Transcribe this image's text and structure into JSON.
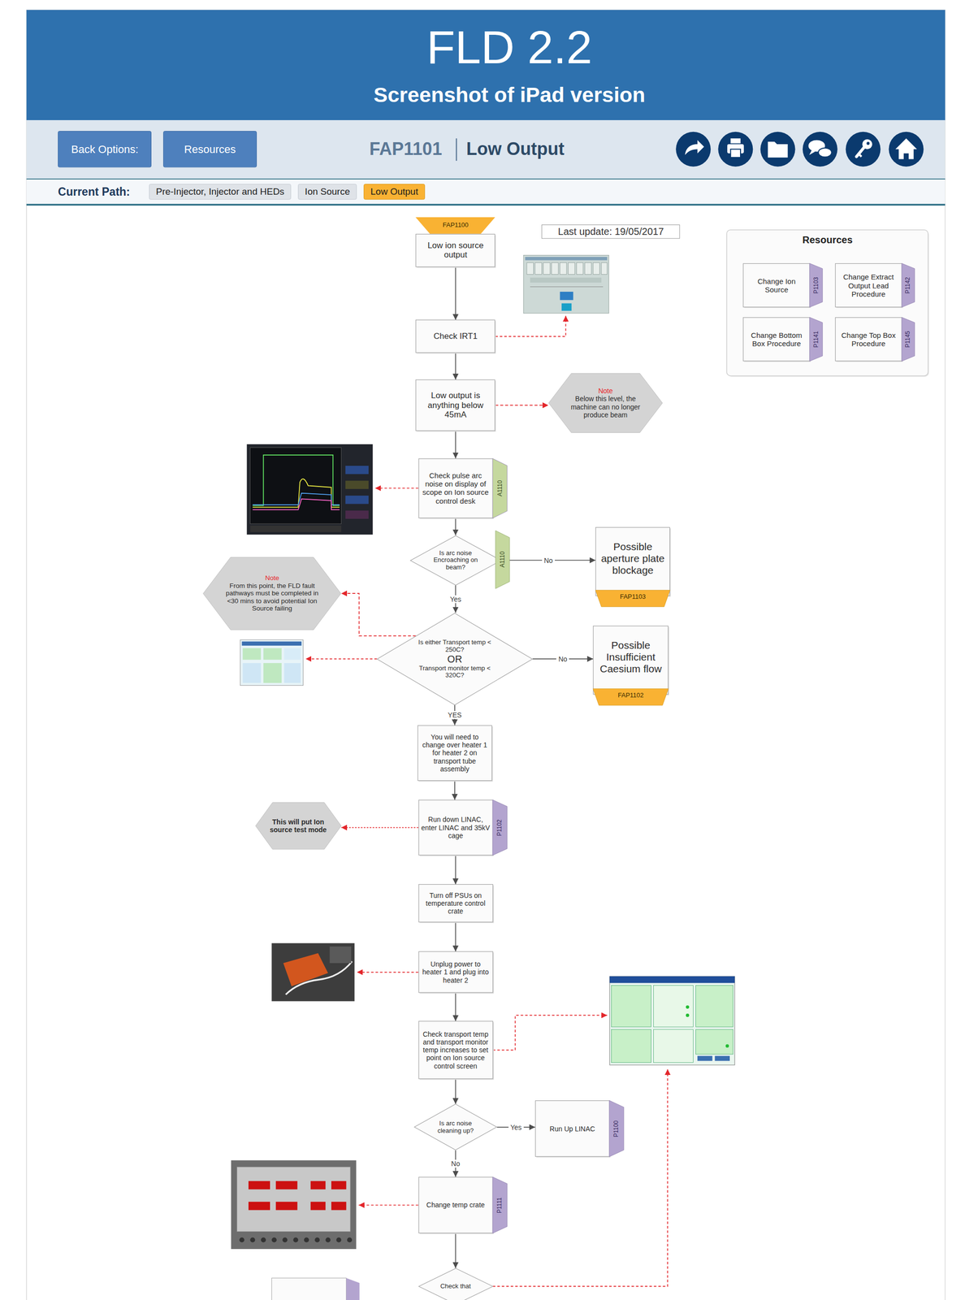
{
  "diagram": {
    "title": "FLD 2.2",
    "caption": "Screenshot of iPad version",
    "nodes": [
      {
        "text": [
          "Back Options:"
        ]
      },
      {
        "text": [
          "Resources"
        ]
      },
      {
        "text": [
          "Pre-Injector, Injector and HEDs"
        ]
      },
      {
        "text": [
          "Ion Source"
        ]
      },
      {
        "text": [
          "Low Output"
        ]
      },
      {
        "text": [
          "FAP1100"
        ]
      },
      {
        "text": [
          "Low ion source output"
        ]
      },
      {
        "text": [
          "Last update: 19/05/2017"
        ]
      },
      {
        "text": [
          "Resources"
        ]
      },
      {
        "text": [
          "Change Ion Source",
          "P1103"
        ],
        "in": 8
      },
      {
        "text": [
          "Change Extract Output Lead Procedure",
          "P1142"
        ],
        "in": 8
      },
      {
        "text": [
          "Change Bottom Box Procedure",
          "P1141"
        ],
        "in": 8
      },
      {
        "text": [
          "Change Top Box Procedure",
          "P1145"
        ],
        "in": 8
      },
      {
        "text": [
          "Check IRT1"
        ]
      },
      {
        "text": [
          "Low output is anything below 45mA"
        ]
      },
      {
        "text": [
          "Note",
          "Below this level, the machine can no longer produce beam"
        ]
      },
      {
        "text": [
          "Check pulse arc noise on display of scope on Ion source control desk",
          "A1110"
        ]
      },
      {
        "text": [
          "Is arc noise Encroaching on beam?"
        ]
      },
      {
        "text": [
          "A1110"
        ]
      },
      {
        "text": [
          "Possible aperture plate blockage",
          "FAP1103"
        ]
      },
      {
        "text": [
          "Note",
          "From this point, the FLD fault pathways must be completed in <30 mins to avoid potential Ion Source failing"
        ]
      },
      {
        "text": [
          "Is either Transport temp < 250C?",
          "OR",
          "Transport monitor temp < 320C?"
        ]
      },
      {
        "text": [
          "Possible Insufficient Caesium flow",
          "FAP1102"
        ]
      },
      {
        "text": [
          "You will need to change over heater 1 for heater 2 on transport tube assembly"
        ]
      },
      {
        "text": [
          "This will put Ion source test mode"
        ]
      },
      {
        "text": [
          "Run down LINAC, enter LINAC and 35kV cage",
          "P1102"
        ]
      },
      {
        "text": [
          "Turn off PSUs on temperature control crate"
        ]
      },
      {
        "text": [
          "Unplug power to heater 1 and plug into heater 2"
        ]
      },
      {
        "text": [
          "Check transport temp and transport monitor temp increases to set point on Ion source control screen"
        ]
      },
      {
        "text": [
          "Is arc noise cleaning up?"
        ]
      },
      {
        "text": [
          "Run Up LINAC",
          "P1100"
        ]
      },
      {
        "text": [
          "Change temp crate",
          "P1111"
        ]
      },
      {
        "text": [
          "Check that"
        ]
      }
    ],
    "edges": [
      {
        "from": 6,
        "to": 13,
        "arrow": "to"
      },
      {
        "from": 13,
        "to": 14,
        "arrow": "to"
      },
      {
        "from": 14,
        "to": 15,
        "arrow": "to"
      },
      {
        "from": 14,
        "to": 16,
        "arrow": "to"
      },
      {
        "from": 16,
        "to": 17,
        "arrow": "to"
      },
      {
        "from": 17,
        "to": 19,
        "label": "No",
        "arrow": "to"
      },
      {
        "from": 17,
        "to": 21,
        "label": "Yes",
        "arrow": "to"
      },
      {
        "from": 21,
        "to": 20,
        "arrow": "to"
      },
      {
        "from": 21,
        "to": 22,
        "label": "No",
        "arrow": "to"
      },
      {
        "from": 21,
        "to": 23,
        "label": "YES",
        "arrow": "to"
      },
      {
        "from": 23,
        "to": 25,
        "arrow": "to"
      },
      {
        "from": 25,
        "to": 24,
        "arrow": "to"
      },
      {
        "from": 25,
        "to": 26,
        "arrow": "to"
      },
      {
        "from": 26,
        "to": 27,
        "arrow": "to"
      },
      {
        "from": 27,
        "to": 28,
        "arrow": "to"
      },
      {
        "from": 28,
        "to": 29,
        "arrow": "to"
      },
      {
        "from": 29,
        "to": 30,
        "label": "Yes",
        "arrow": "to"
      },
      {
        "from": 29,
        "to": 31,
        "label": "No",
        "arrow": "to"
      },
      {
        "from": 31,
        "to": 32,
        "arrow": "to"
      }
    ],
    "labels": [
      "FAP1101",
      "Low Output",
      "Current Path:"
    ]
  }
}
